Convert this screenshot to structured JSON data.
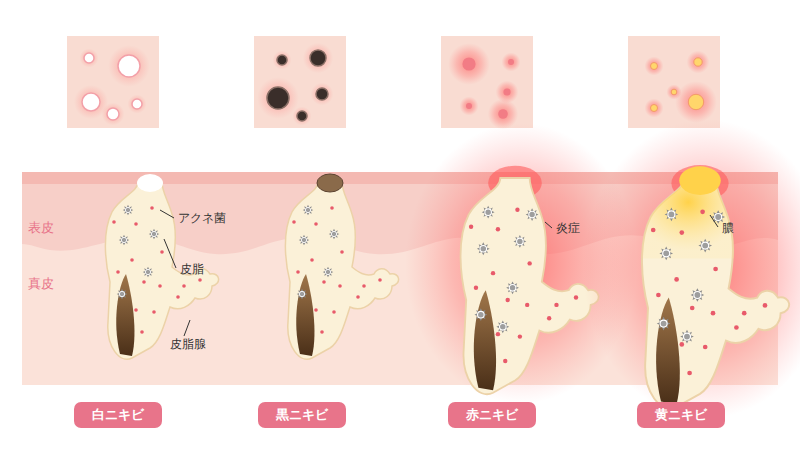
{
  "diagram": {
    "nodes": [
      {
        "text": [
          "白ニキビ"
        ]
      },
      {
        "text": [
          "黒ニキビ"
        ]
      },
      {
        "text": [
          "赤ニキビ"
        ]
      },
      {
        "text": [
          "黄ニキビ"
        ]
      }
    ],
    "labels": [
      "アクネ菌",
      "皮脂",
      "皮脂腺",
      "炎症",
      "膿",
      "表皮",
      "真皮"
    ]
  }
}
